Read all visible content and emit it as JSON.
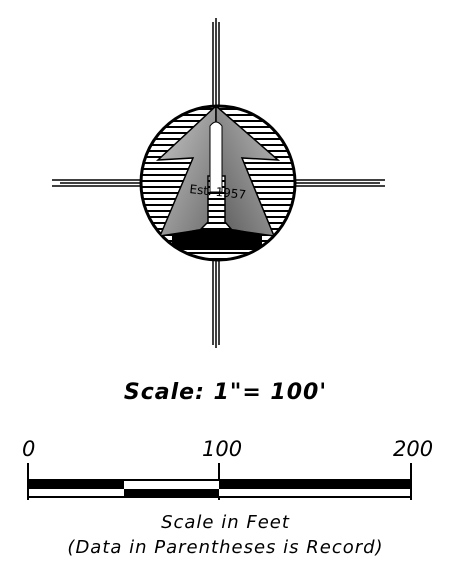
{
  "north_arrow": {
    "icon": "north-arrow-compass-icon",
    "seal_text": "Est. 1957"
  },
  "scale": {
    "title": "Scale:  1\"=  100'",
    "ticks": [
      "0",
      "100",
      "200"
    ],
    "unit_label": "Scale in Feet",
    "note": "(Data in Parentheses is Record)"
  }
}
